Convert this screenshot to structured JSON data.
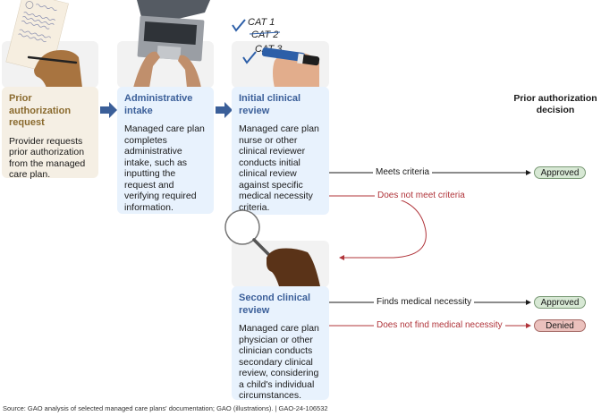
{
  "steps": [
    {
      "title": "Prior authorization request",
      "body": "Provider requests prior authorization from the managed care plan.",
      "illustration": "hand-writing-document"
    },
    {
      "title": "Administrative intake",
      "body": "Managed care plan completes administrative intake, such as inputting the request and verifying required information.",
      "illustration": "hands-typing-laptop"
    },
    {
      "title": "Initial clinical review",
      "body": "Managed care plan nurse or other clinical reviewer conducts initial clinical review against specific medical necessity criteria.",
      "illustration": "hand-checking-list",
      "checklist": [
        "CAT 1",
        "CAT 2",
        "CAT 3"
      ]
    },
    {
      "title": "Second clinical review",
      "body": "Managed care plan physician or other clinician conducts secondary clinical review, considering a child's individual circumstances.",
      "illustration": "hand-holding-magnifier"
    }
  ],
  "decision_header": "Prior authorization decision",
  "paths": {
    "meets_criteria": "Meets criteria",
    "does_not_meet_criteria": "Does not meet criteria",
    "finds_necessity": "Finds medical necessity",
    "does_not_find_necessity": "Does not find medical necessity"
  },
  "outcomes": {
    "approved": "Approved",
    "denied": "Denied"
  },
  "colors": {
    "arrow_blue": "#3b5f99",
    "path_red": "#b0343a",
    "approved_fill": "#d7e8d4",
    "denied_fill": "#ebc1bd"
  },
  "source": "Source: GAO analysis of selected managed care plans' documentation; GAO (illustrations).  |  GAO-24-106532"
}
